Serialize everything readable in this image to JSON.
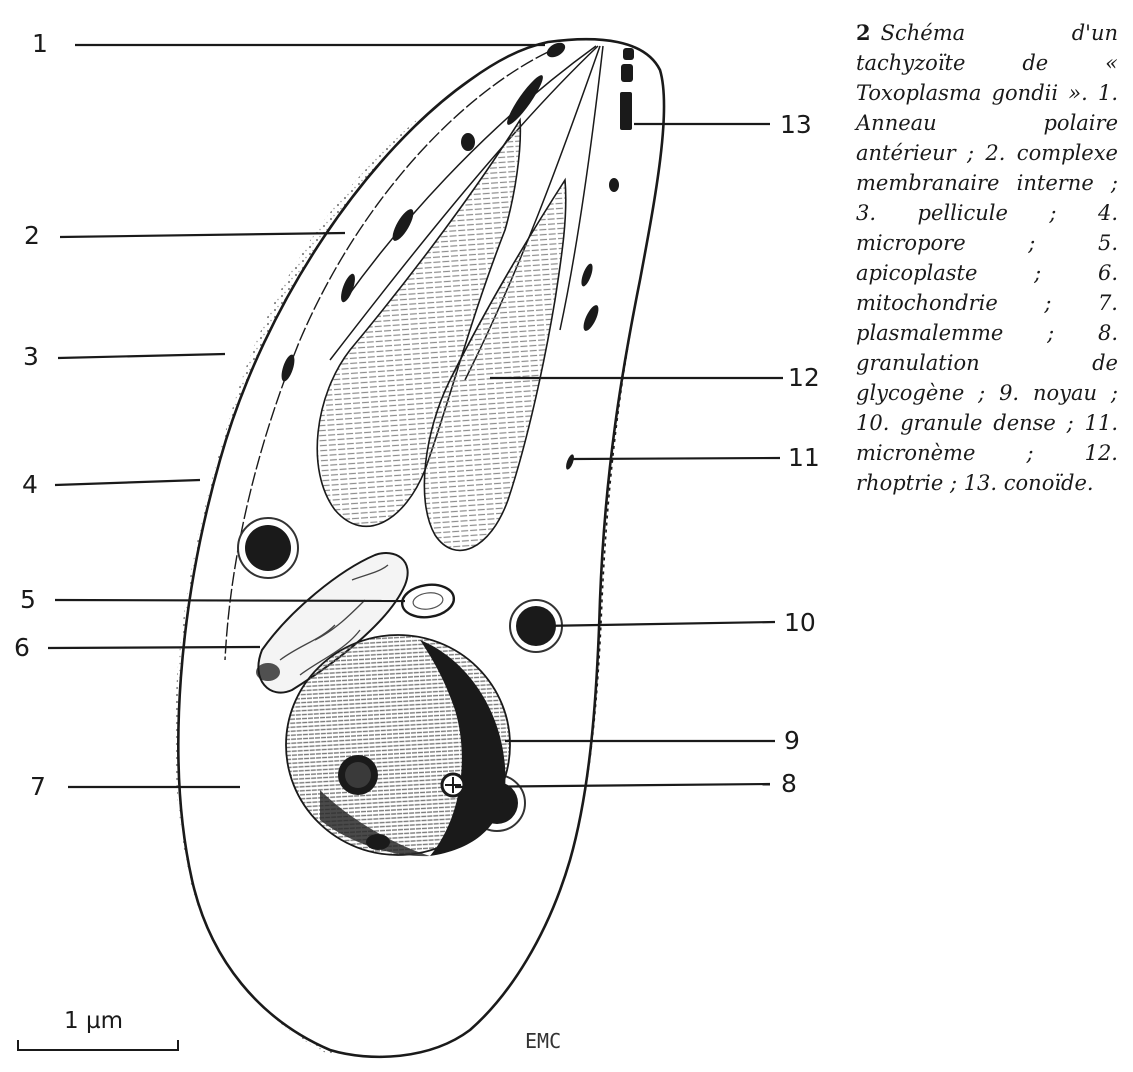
{
  "figure": {
    "number": "2",
    "caption": "Schéma d'un tachyzoïte de « Toxoplasma gondii ». 1. Anneau polaire antérieur ; 2. complexe membranaire interne ; 3. pellicule ; 4. micropore ; 5. apicoplaste ; 6. mitochondrie ; 7. plasmalemme ; 8. granulation de glycogène ; 9. noyau ; 10. granule dense ; 11. micronème ; 12. rhoptrie ; 13. conoïde."
  },
  "labels": {
    "l1": "1",
    "l2": "2",
    "l3": "3",
    "l4": "4",
    "l5": "5",
    "l6": "6",
    "l7": "7",
    "l8": "8",
    "l9": "9",
    "l10": "10",
    "l11": "11",
    "l12": "12",
    "l13": "13"
  },
  "scale_bar": {
    "label": "1 µm"
  },
  "signature": "EMC",
  "colors": {
    "ink": "#1a1a1a",
    "hatch": "#9a9a9a",
    "paper": "#ffffff"
  }
}
